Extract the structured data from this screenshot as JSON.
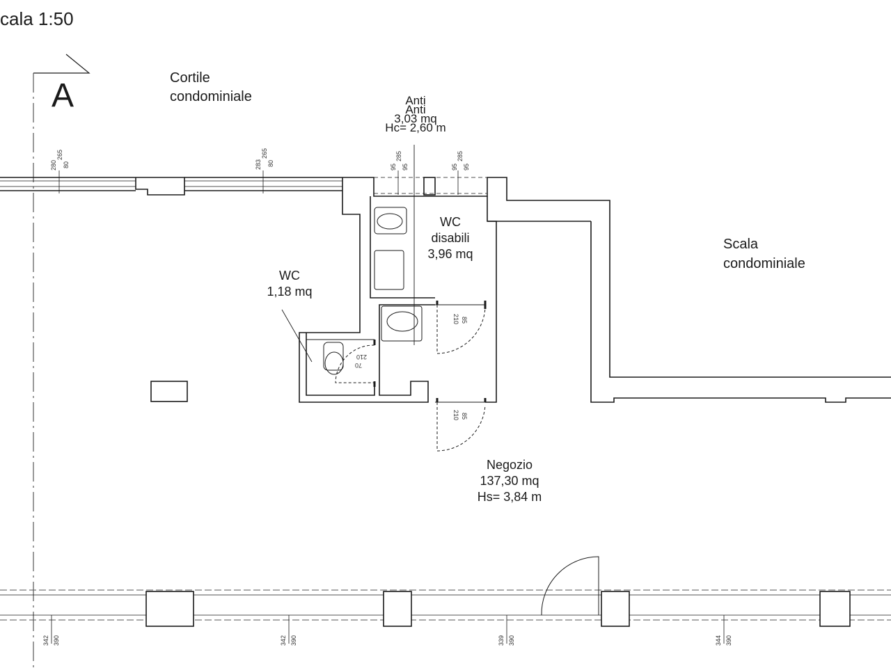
{
  "scale": "cala 1:50",
  "section_marker": "A",
  "rooms": {
    "courtyard": {
      "line1": "Cortile",
      "line2": "condominiale"
    },
    "stairs": {
      "line1": "Scala",
      "line2": "condominiale"
    },
    "anti": {
      "name_a": "Anti",
      "name_b": "Anti",
      "area": "3,03 mq",
      "height": "Hc= 2,60 m"
    },
    "wc_disabled": {
      "name": "WC",
      "sub": "disabili",
      "area": "3,96 mq"
    },
    "wc_small": {
      "name": "WC",
      "area": "1,18 mq"
    },
    "shop": {
      "name": "Negozio",
      "area": "137,30 mq",
      "height": "Hs= 3,84 m"
    }
  },
  "dimensions": {
    "top_window_1": [
      "280",
      "265",
      "80"
    ],
    "top_window_2": [
      "283",
      "265",
      "80"
    ],
    "top_window_3": [
      "95",
      "285",
      "95"
    ],
    "top_window_4": [
      "95",
      "285",
      "95"
    ],
    "door_1": [
      "85",
      "210"
    ],
    "door_2": [
      "70",
      "210"
    ],
    "door_3": [
      "85",
      "210"
    ],
    "bottom_1": [
      "342",
      "390"
    ],
    "bottom_2": [
      "342",
      "390"
    ],
    "bottom_3": [
      "339",
      "390"
    ],
    "bottom_4": [
      "344",
      "390"
    ]
  },
  "colors": {
    "wall": "#1a1a1a",
    "line": "#333333",
    "dashed": "#555555"
  }
}
